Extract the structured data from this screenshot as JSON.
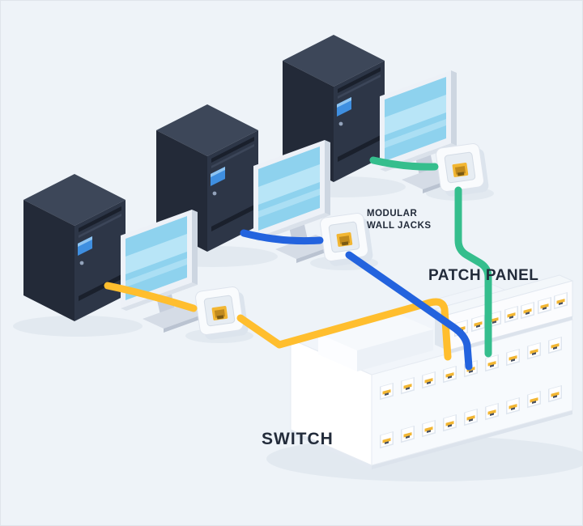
{
  "diagram": {
    "labels": {
      "modular_wall_jacks_line1": "MODULAR",
      "modular_wall_jacks_line2": "WALL JACKS",
      "patch_panel": "PATCH PANEL",
      "switch": "SWITCH"
    },
    "colors": {
      "background": "#EEF3F8",
      "cable_yellow": "#FFBE2E",
      "cable_blue": "#2363DE",
      "cable_green": "#35BE8D",
      "port_yellow": "#F2B632",
      "screen_blue": "#8ED2EE",
      "tower_dark": "#232A38",
      "label_text": "#222B3A"
    },
    "components": {
      "computer_count": 3,
      "wall_jack_count": 3,
      "patch_panel_port_count": 7,
      "switch_port_rows": 2,
      "switch_ports_per_row": 9
    },
    "connections": [
      {
        "cable_color": "yellow",
        "from": "computer-1",
        "via": "wall-jack-1",
        "to": "switch"
      },
      {
        "cable_color": "blue",
        "from": "computer-2",
        "via": "wall-jack-2",
        "to": "switch"
      },
      {
        "cable_color": "green",
        "from": "computer-3",
        "via": "wall-jack-3",
        "to": "switch"
      }
    ]
  }
}
